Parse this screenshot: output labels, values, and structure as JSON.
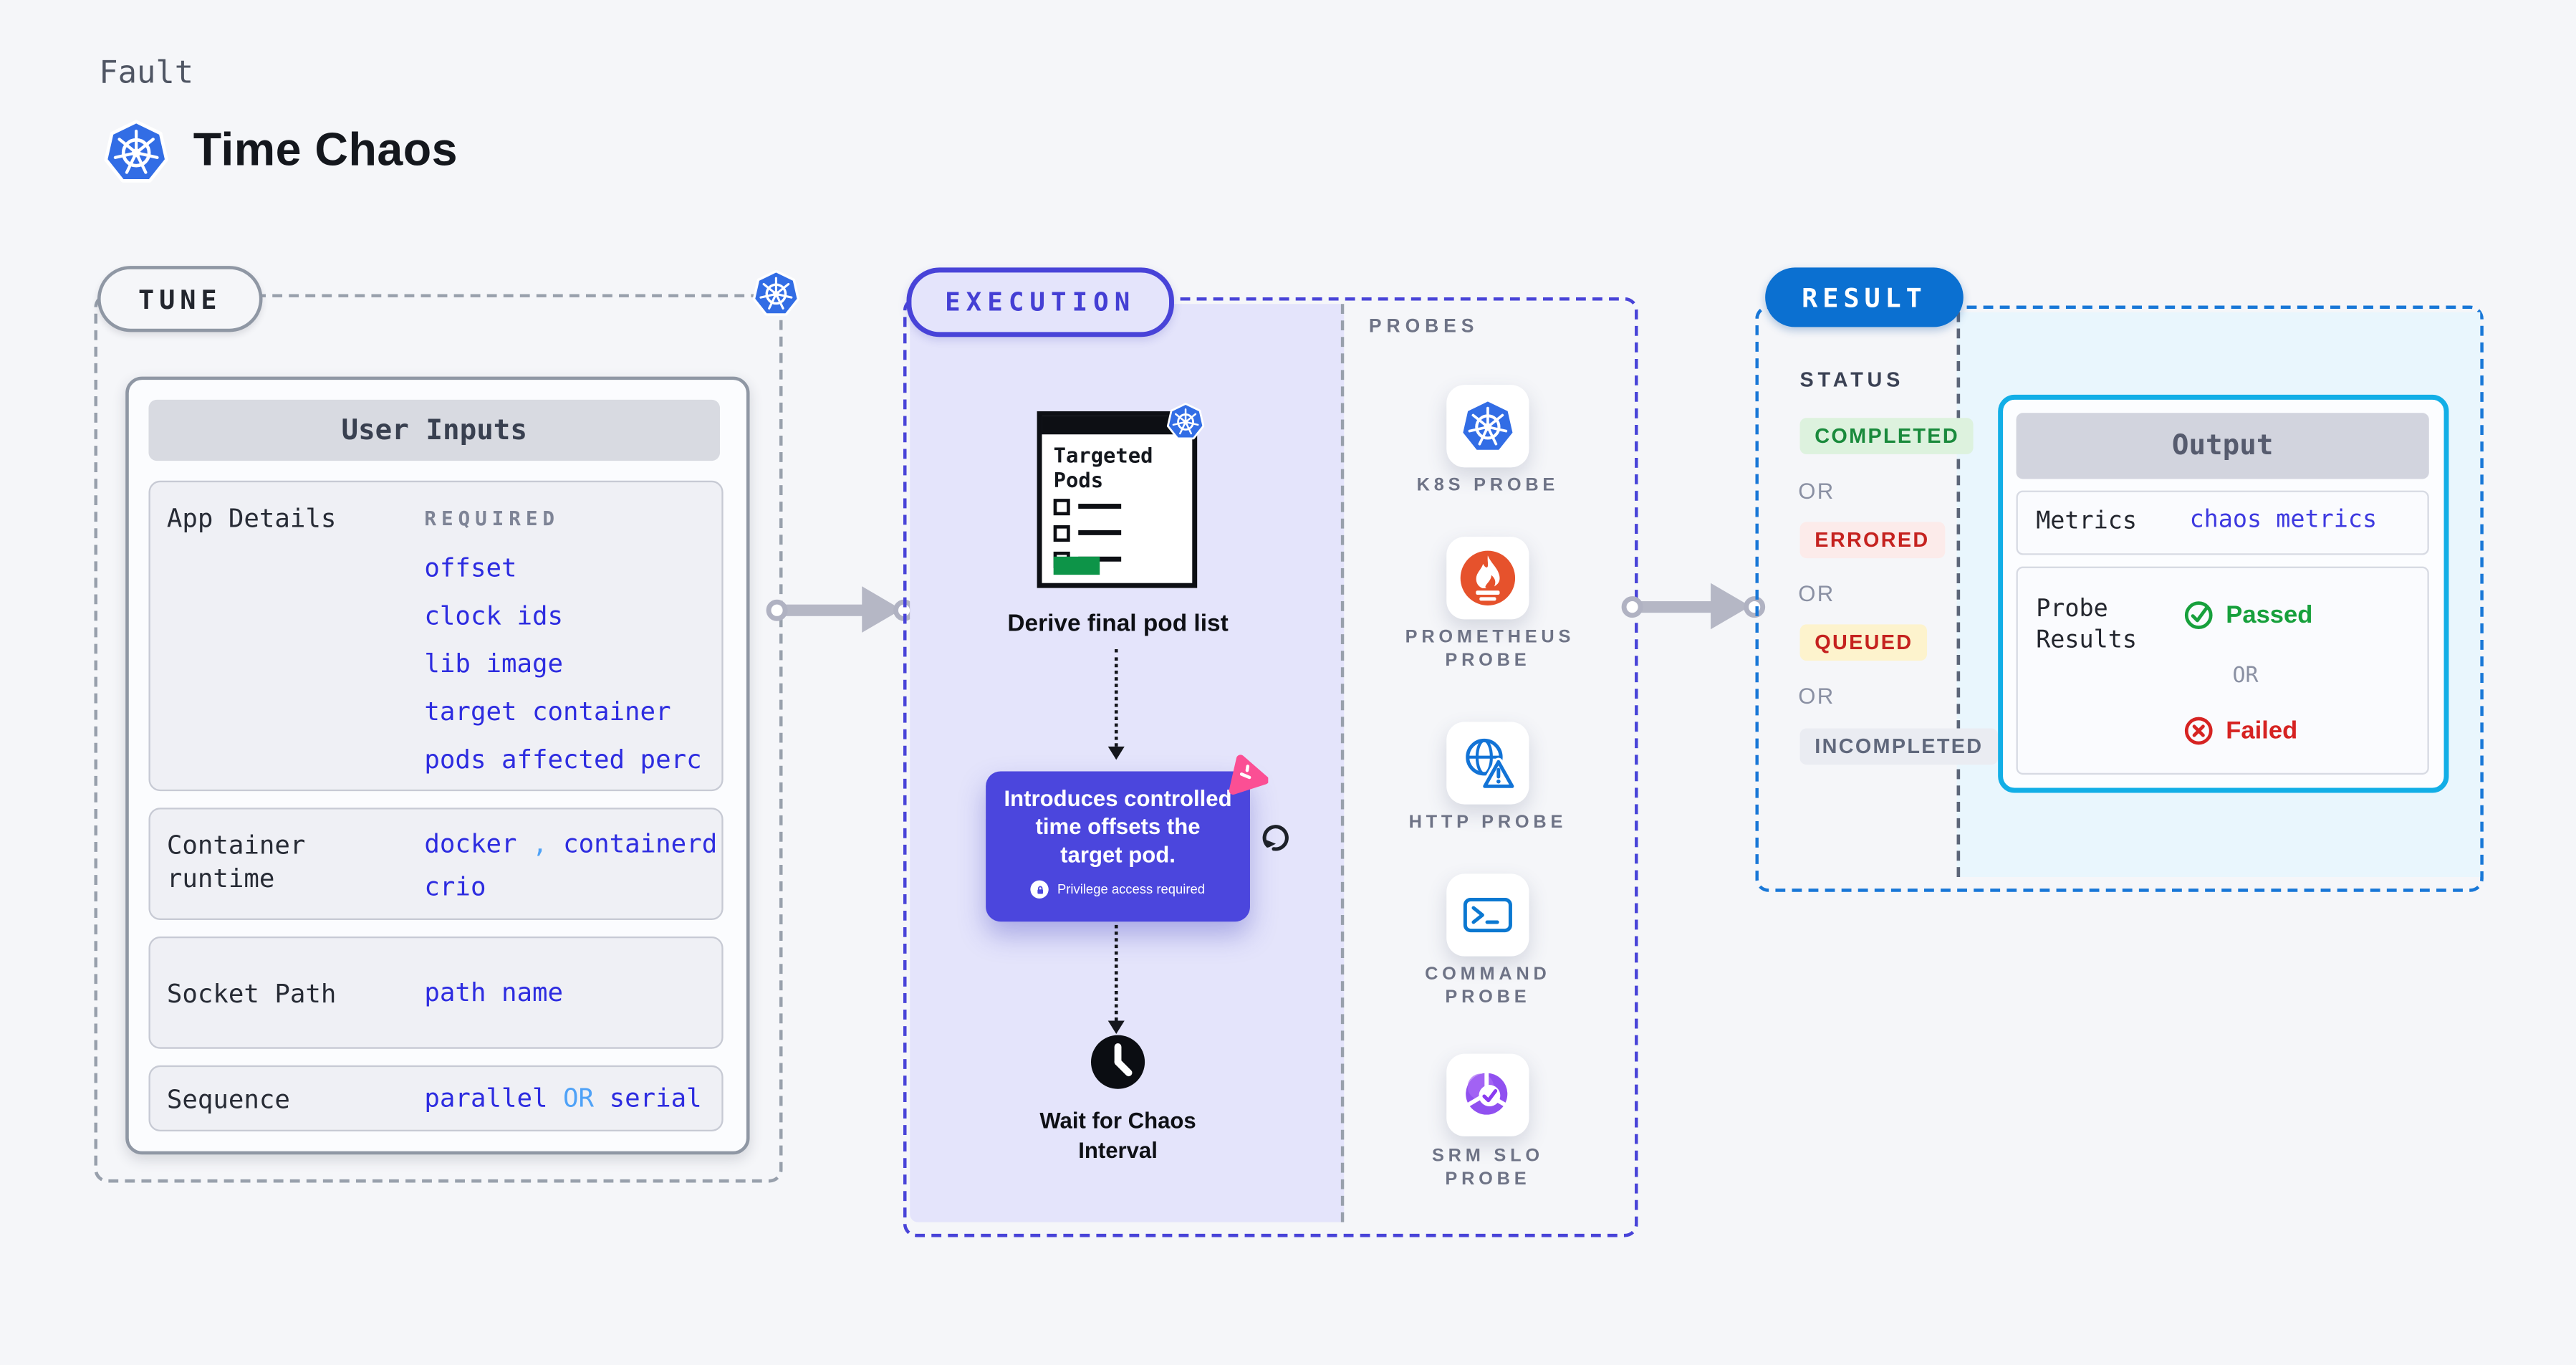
{
  "colors": {
    "page_bg": "#f5f6f9",
    "kubernetes_blue": "#326de5",
    "value_blue": "#2d2ce0",
    "accent_light_blue": "#4fa2f7",
    "execution_indigo": "#4843d8",
    "execution_fill": "#e4e4fb",
    "tooltip_indigo": "#4b46dd",
    "litmus_pink": "#fb4f94",
    "result_blue": "#0b70d1",
    "output_cyan": "#12aee6",
    "passed_green": "#17a03c",
    "failed_red": "#d62322",
    "prometheus_orange": "#e6522c",
    "green_bar": "#0d9448"
  },
  "header": {
    "eyebrow": "Fault",
    "title": "Time Chaos"
  },
  "tune": {
    "badge": "TUNE",
    "card_title": "User Inputs",
    "app_details": {
      "label": "App Details",
      "tag": "REQUIRED",
      "values": [
        "offset",
        "clock ids",
        "lib image",
        "target container",
        "pods affected perc"
      ]
    },
    "container_runtime": {
      "label": "Container runtime",
      "value1": "docker",
      "separator": ",",
      "value2": "containerd",
      "value3": "crio"
    },
    "socket_path": {
      "label": "Socket Path",
      "value": "path name"
    },
    "sequence": {
      "label": "Sequence",
      "value1": "parallel",
      "or": "OR",
      "value2": "serial"
    }
  },
  "execution": {
    "badge": "EXECUTION",
    "targeted_pods_title": "Targeted Pods",
    "derive_label": "Derive final pod list",
    "tooltip": {
      "text": "Introduces controlled time offsets the target pod.",
      "note": "Privilege access required"
    },
    "wait_label": "Wait for Chaos Interval"
  },
  "probes": {
    "label": "PROBES",
    "items": [
      {
        "name": "K8S PROBE",
        "icon": "kubernetes-icon"
      },
      {
        "name": "PROMETHEUS PROBE",
        "icon": "prometheus-icon"
      },
      {
        "name": "HTTP PROBE",
        "icon": "http-globe-icon"
      },
      {
        "name": "COMMAND PROBE",
        "icon": "terminal-icon"
      },
      {
        "name": "SRM SLO PROBE",
        "icon": "slo-pie-icon"
      }
    ]
  },
  "result": {
    "badge": "RESULT",
    "status_label": "STATUS",
    "or": "OR",
    "statuses": [
      {
        "label": "COMPLETED",
        "text_color": "#1a8a3c",
        "bg_color": "#ddf2de"
      },
      {
        "label": "ERRORED",
        "text_color": "#c5221f",
        "bg_color": "#fcebea"
      },
      {
        "label": "QUEUED",
        "text_color": "#c5221f",
        "bg_color": "#fdf3cd"
      },
      {
        "label": "INCOMPLETED",
        "text_color": "#60687c",
        "bg_color": "#eaecf2"
      }
    ],
    "output": {
      "title": "Output",
      "metrics_label": "Metrics",
      "metrics_value": "chaos metrics",
      "probe_results_label": "Probe Results",
      "passed": "Passed",
      "or": "OR",
      "failed": "Failed"
    }
  }
}
